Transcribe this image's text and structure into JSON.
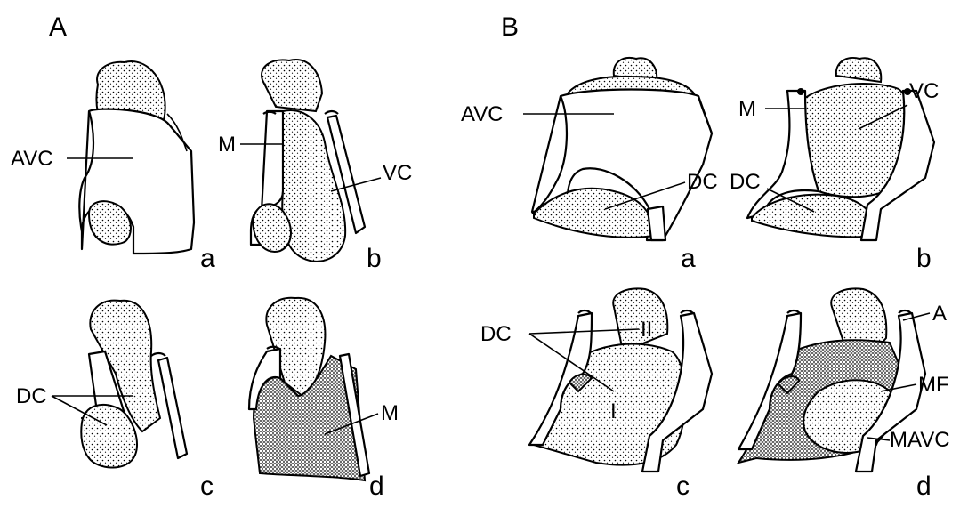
{
  "panels": {
    "A": {
      "letter": "A",
      "a": {
        "letter": "a",
        "labels": {
          "avc": "AVC"
        }
      },
      "b": {
        "letter": "b",
        "labels": {
          "m": "M",
          "vc": "VC"
        }
      },
      "c": {
        "letter": "c",
        "labels": {
          "dc": "DC"
        }
      },
      "d": {
        "letter": "d",
        "labels": {
          "m": "M"
        }
      }
    },
    "B": {
      "letter": "B",
      "a": {
        "letter": "a",
        "labels": {
          "avc": "AVC",
          "dc": "DC"
        }
      },
      "b": {
        "letter": "b",
        "labels": {
          "m": "M",
          "vc": "VC",
          "dc": "DC"
        }
      },
      "c": {
        "letter": "c",
        "labels": {
          "dc": "DC",
          "ii": "II",
          "i": "I"
        }
      },
      "d": {
        "letter": "d",
        "labels": {
          "a": "A",
          "mf": "MF",
          "mavc": "MAVC"
        }
      }
    }
  }
}
